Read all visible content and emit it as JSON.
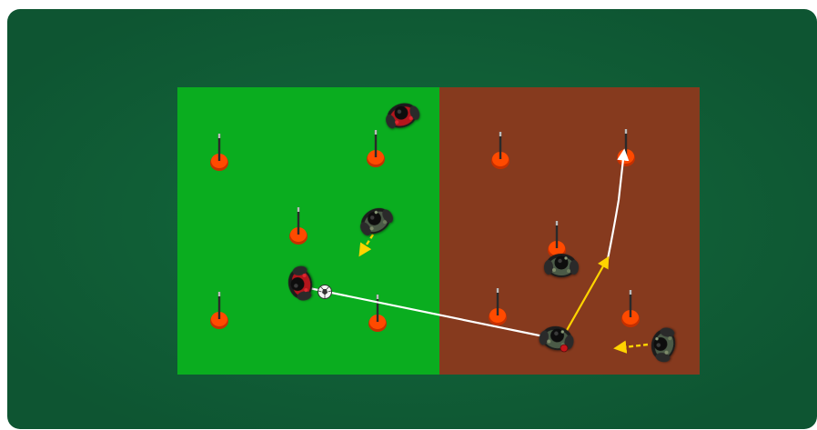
{
  "diagram": {
    "colors": {
      "background_outer": "#0f5a33",
      "background_inner": "#146a3c",
      "zone_left": "#0aad1f",
      "zone_right": "#863a1e",
      "cone": "#ff4a00",
      "pole": "#2a2a2a",
      "pass_arrow": "#ffffff",
      "run_arrow": "#ffd400",
      "team_red": "#b3121b",
      "team_dark": "#4c5a46"
    },
    "zones": [
      {
        "name": "left-zone",
        "color_key": "zone_left"
      },
      {
        "name": "right-zone",
        "color_key": "zone_right"
      }
    ],
    "icons": [
      "cone-with-pole-icon",
      "player-icon",
      "ball-icon",
      "arrow-icon"
    ]
  }
}
